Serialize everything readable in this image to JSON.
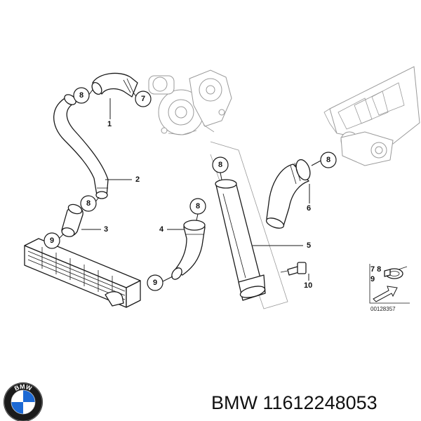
{
  "diagram": {
    "callouts": [
      "8",
      "7",
      "8",
      "8",
      "9",
      "8",
      "9",
      "8"
    ],
    "labels": [
      "1",
      "2",
      "3",
      "4",
      "5",
      "6",
      "10"
    ],
    "clip_legend": {
      "numbers_top": "7 8",
      "number_bottom": "9"
    },
    "reference_number": "00128357"
  },
  "footer": {
    "brand_text": "BMW 11612248053",
    "logo_letters": "BMW",
    "logo_colors": {
      "ring": "#1b1b1b",
      "blue": "#1c69d4",
      "white": "#ffffff"
    }
  }
}
